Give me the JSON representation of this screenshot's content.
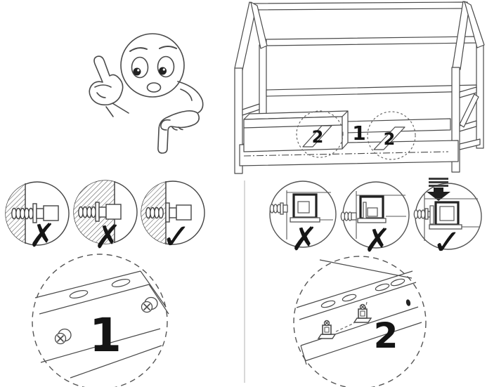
{
  "colors": {
    "background": "#ffffff",
    "line": "#444444",
    "mark": "#161616"
  },
  "bed_overview": {
    "rail_label": "1",
    "left_slat_label": "2",
    "right_slat_label": "2"
  },
  "screw_depth_guide": {
    "step1_mark": "✗",
    "step2_mark": "✗",
    "step3_mark": "✓"
  },
  "bracket_guide": {
    "step1_mark": "✗",
    "step2_mark": "✗",
    "step3_mark": "✓"
  },
  "details": {
    "screws_label": "1",
    "brackets_label": "2"
  }
}
